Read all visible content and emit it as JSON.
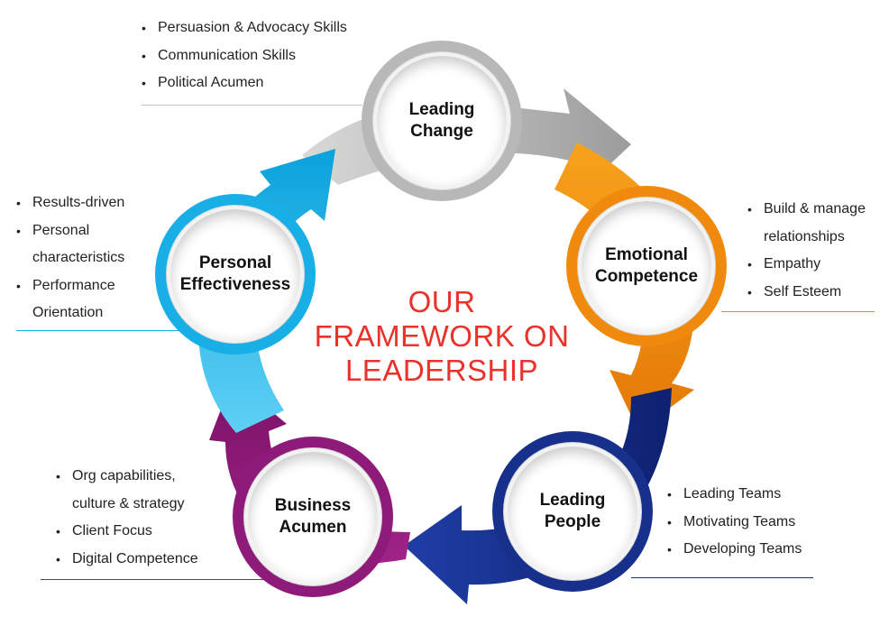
{
  "title": {
    "lines": [
      "OUR",
      "FRAMEWORK ON",
      "LEADERSHIP"
    ],
    "color": "#e8322a"
  },
  "colors": {
    "gray": "#b3b3b3",
    "orange": "#ef8a0c",
    "navy": "#16308c",
    "purple": "#8e1a79",
    "cyan": "#18aee6"
  },
  "nodes": [
    {
      "id": "leading-change",
      "label_lines": [
        "Leading",
        "Change"
      ],
      "color": "#b3b3b3",
      "items": [
        "Persuasion & Advocacy Skills",
        "Communication Skills",
        "Political Acumen"
      ]
    },
    {
      "id": "emotional-competence",
      "label_lines": [
        "Emotional",
        "Competence"
      ],
      "color": "#ef8a0c",
      "items": [
        "Build & manage",
        "relationships",
        "Empathy",
        "Self Esteem"
      ]
    },
    {
      "id": "leading-people",
      "label_lines": [
        "Leading",
        "People"
      ],
      "color": "#16308c",
      "items": [
        "Leading Teams",
        "Motivating Teams",
        "Developing Teams"
      ]
    },
    {
      "id": "business-acumen",
      "label_lines": [
        "Business",
        "Acumen"
      ],
      "color": "#8e1a79",
      "items": [
        "Org capabilities,",
        "culture & strategy",
        "Client Focus",
        "Digital Competence"
      ]
    },
    {
      "id": "personal-effectiveness",
      "label_lines": [
        "Personal",
        "Effectiveness"
      ],
      "color": "#18aee6",
      "items": [
        "Results-driven",
        "Personal",
        "characteristics",
        "Performance",
        "Orientation"
      ]
    }
  ]
}
